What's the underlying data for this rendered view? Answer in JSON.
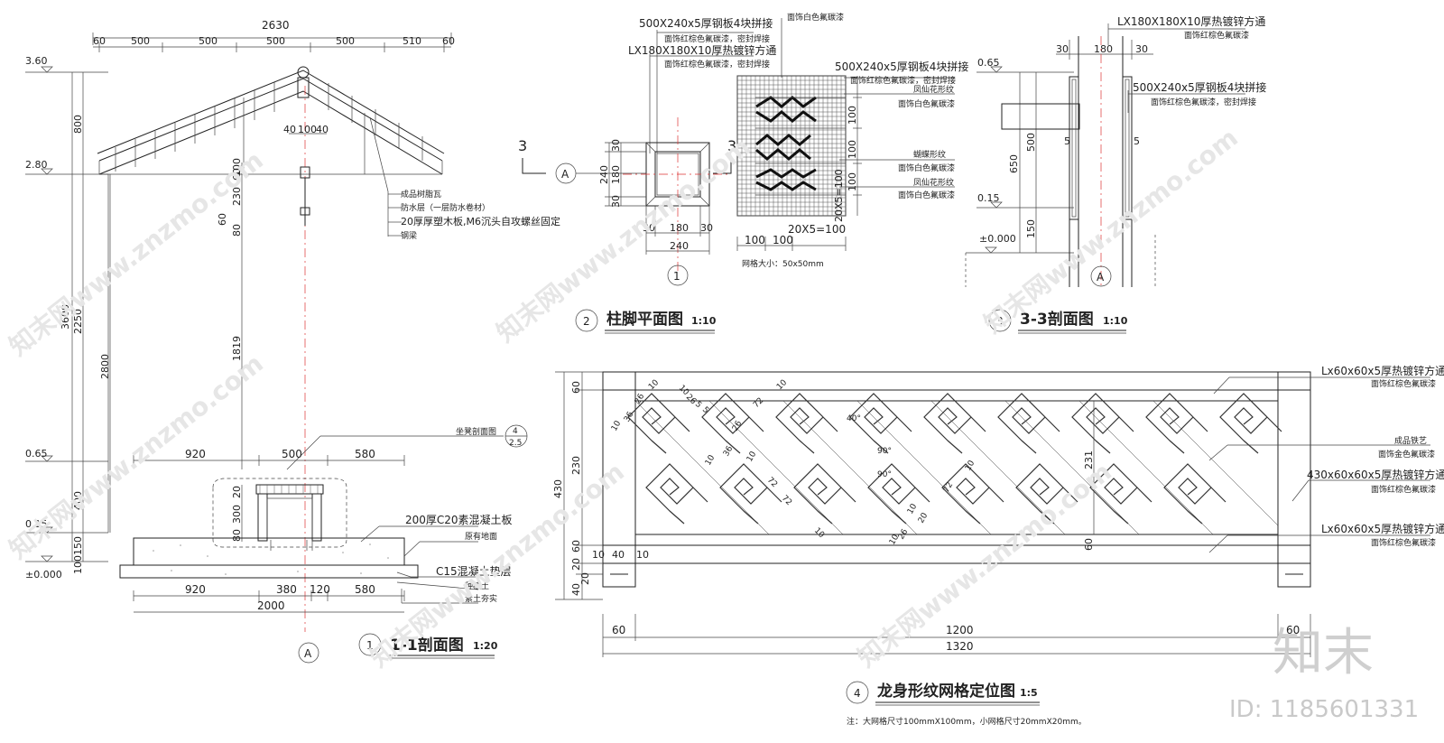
{
  "drawing1": {
    "title": "1-1剖面图",
    "scale": "1:20",
    "num": "1",
    "marker": "A",
    "dims_top": [
      "2630",
      "60",
      "500",
      "500",
      "500",
      "500",
      "510",
      "60"
    ],
    "levels": [
      "3.60",
      "2.80",
      "0.65",
      "0.15",
      "±0.000"
    ],
    "dims_left": [
      "800",
      "3600",
      "2250",
      "2800",
      "400",
      "150",
      "100"
    ],
    "dims_center": [
      "40",
      "100",
      "40",
      "60",
      "230",
      "100",
      "60",
      "80",
      "1819",
      "20",
      "300",
      "80"
    ],
    "dims_base_upper": [
      "920",
      "500",
      "580"
    ],
    "dims_base_lower": [
      "920",
      "380",
      "120",
      "580",
      "2000"
    ],
    "roof_notes": [
      "成品树脂瓦",
      "防水层（一层防水卷材）",
      "20厚厚塑木板,M6沉头自攻螺丝固定",
      "钢梁"
    ],
    "base_notes": [
      "200厚C20素混凝土板",
      "原有地面",
      "C15混凝土垫层",
      "种植土",
      "素土夯实"
    ],
    "detail_ref": {
      "label": "坐凳剖面图",
      "num": "4",
      "sheet": "2.5"
    }
  },
  "drawing2": {
    "title": "柱脚平面图",
    "scale": "1:10",
    "num": "2",
    "section_label": "3",
    "marker_A": "A",
    "marker_1": "1",
    "notes": [
      "500X240x5厚钢板4块拼接",
      "面饰红棕色氟碳漆，密封焊接",
      "LX180X180X10厚热镀锌方通",
      "面饰红棕色氟碳漆，密封焊接"
    ],
    "note_top": "面饰白色氟碳漆",
    "right_notes": [
      "500X240x5厚钢板4块拼接",
      "面饰红棕色氟碳漆，密封焊接",
      "凤仙花形纹",
      "面饰白色氟碳漆",
      "蝴蝶形纹",
      "面饰白色氟碳漆",
      "凤仙花形纹",
      "面饰白色氟碳漆"
    ],
    "dims_left": [
      "30",
      "240",
      "180",
      "30"
    ],
    "dims_bottom": [
      "30",
      "180",
      "30",
      "240"
    ],
    "grid_dims": [
      "100",
      "100",
      "20X5=100"
    ],
    "grid_side": [
      "100",
      "100",
      "100",
      "20X5=100"
    ],
    "grid_size": "网格大小：50x50mm"
  },
  "drawing3": {
    "title": "3-3剖面图",
    "scale": "1:10",
    "num": "3",
    "marker": "A",
    "notes": [
      "LX180X180X10厚热镀锌方通",
      "面饰红棕色氟碳漆"
    ],
    "notes2": [
      "500X240x5厚钢板4块拼接",
      "面饰红棕色氟碳漆，密封焊接"
    ],
    "dims_top": [
      "30",
      "180",
      "30"
    ],
    "levels": [
      "0.65",
      "0.15",
      "±0.000"
    ],
    "dims_side": [
      "500",
      "650",
      "150",
      "5",
      "5"
    ]
  },
  "drawing4": {
    "title": "龙身形纹网格定位图",
    "scale": "1:5",
    "num": "4",
    "footnote": "注：大网格尺寸100mmX100mm，小网格尺寸20mmX20mm。",
    "right_notes": [
      "Lx60x60x5厚热镀锌方通",
      "面饰红棕色氟碳漆",
      "成品铁艺",
      "面饰金色氟碳漆",
      "430x60x60x5厚热镀锌方通",
      "面饰红棕色氟碳漆",
      "Lx60x60x5厚热镀锌方通",
      "面饰红棕色氟碳漆"
    ],
    "dims_left": [
      "60",
      "430",
      "230",
      "60",
      "20",
      "20",
      "40"
    ],
    "dims_bottom": [
      "60",
      "1200",
      "60",
      "1320"
    ],
    "dims_inner": [
      "10",
      "40",
      "10",
      "231",
      "60"
    ],
    "pattern_dims": [
      "10",
      "36",
      "26",
      "10",
      "10",
      "26",
      "5",
      "5",
      "72",
      "10",
      "26",
      "36",
      "10",
      "10",
      "72",
      "72",
      "10",
      "72",
      "10",
      "10",
      "26",
      "20",
      "10"
    ],
    "angles": [
      "40°",
      "90°",
      "90°"
    ]
  },
  "watermark": {
    "text": "知末网www.znzmo.com",
    "logo": "知末",
    "id": "ID: 1185601331"
  }
}
